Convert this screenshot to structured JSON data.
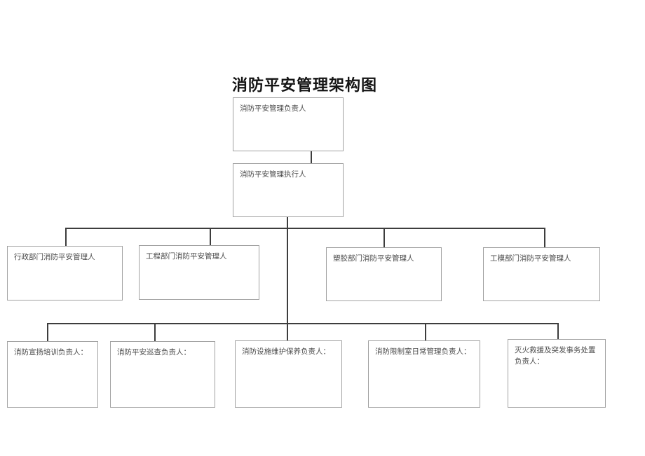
{
  "page": {
    "background": "#ffffff"
  },
  "chart": {
    "type": "org-chart",
    "title": "消防平安管理架构图",
    "colors": {
      "box_border": "#a1a1a1",
      "connector_line": "#3d3d3d",
      "label_text": "#4b4b4b",
      "title_text": "#141414"
    },
    "nodes": {
      "manager": "消防平安管理负责人",
      "executor": "消防平安管理执行人",
      "dept_admin": "行政部门消防平安管理人",
      "dept_engineering": "工程部门消防平安管理人",
      "dept_plastics": "塑胶部门消防平安管理人",
      "dept_tooling": "工模部门消防平安管理人",
      "duty_training": "消防宣扬培训负责人：",
      "duty_patrol": "消防平安巡查负责人：",
      "duty_maintenance": "消防设施维护保养负责人：",
      "duty_control_room": "消防限制室日常管理负责人：",
      "duty_rescue": "灭火救援及突发事务处置负责人："
    }
  }
}
